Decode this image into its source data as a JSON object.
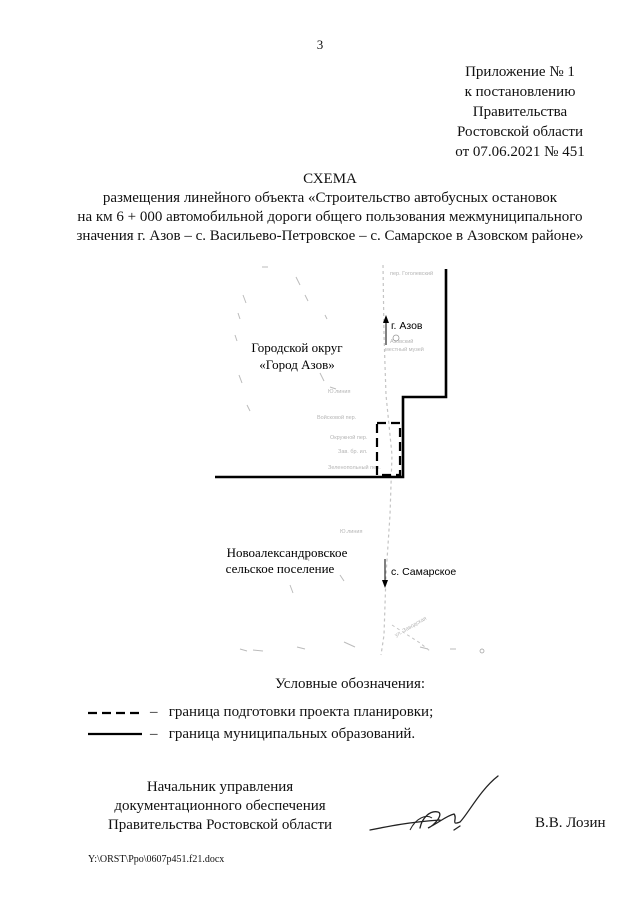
{
  "page_number": "3",
  "appendix": {
    "lines": [
      "Приложение № 1",
      "к постановлению",
      "Правительства",
      "Ростовской области",
      "от 07.06.2021 № 451"
    ]
  },
  "title": {
    "heading": "СХЕМА",
    "lines": [
      "размещения линейного объекта «Строительство автобусных остановок",
      "на км 6 + 000 автомобильной дороги общего пользования межмуниципального",
      "значения г. Азов – с. Васильево-Петровское – с. Самарское в Азовском районе»"
    ]
  },
  "map": {
    "area_top": {
      "line1": "Городской округ",
      "line2": "«Город Азов»"
    },
    "area_bottom": {
      "line1": "Новоалександровское",
      "line2": "сельское поселение"
    },
    "direction_north": "г. Азов",
    "direction_south": "с. Самарское"
  },
  "legend": {
    "title": "Условные обозначения:",
    "items": [
      {
        "symbol": "dashed",
        "dash": "–",
        "text": "граница подготовки проекта планировки;"
      },
      {
        "symbol": "solid",
        "dash": "–",
        "text": "граница муниципальных образований."
      }
    ]
  },
  "signature": {
    "position_lines": [
      "Начальник управления",
      "документационного обеспечения",
      "Правительства Ростовской области"
    ],
    "name": "В.В. Лозин"
  },
  "file_path": "Y:\\ORST\\Ppo\\0607p451.f21.docx"
}
